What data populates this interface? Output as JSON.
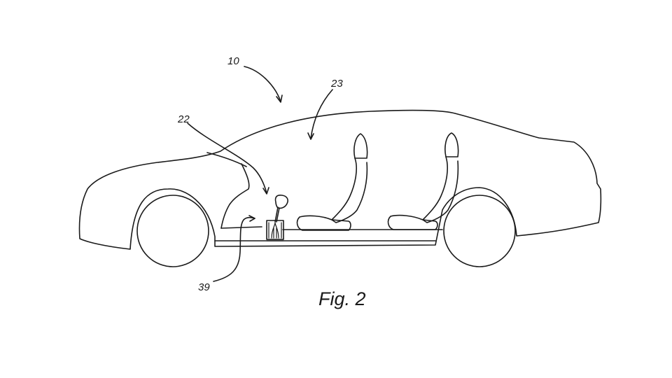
{
  "figure": {
    "caption": "Fig. 2",
    "colors": {
      "line": "#1a1a1a",
      "background": "#ffffff"
    },
    "references": {
      "vehicle": "10",
      "shifter_opening": "22",
      "cabin": "23",
      "shifter_assembly": "39"
    }
  }
}
